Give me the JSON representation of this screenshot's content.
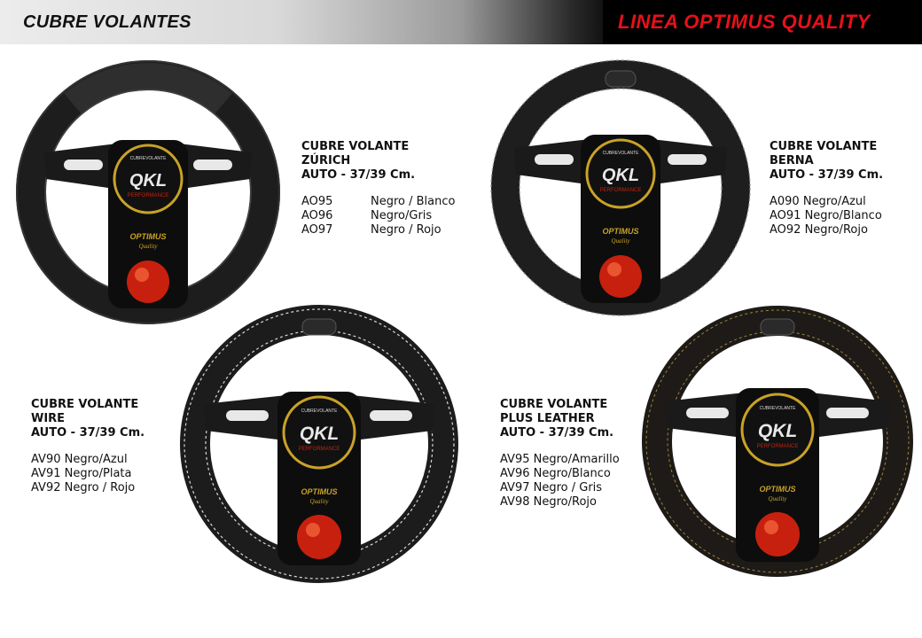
{
  "header": {
    "left_title": "CUBRE VOLANTES",
    "right_title": "LINEA  OPTIMUS QUALITY"
  },
  "label_text": {
    "brand": "QKL",
    "sub": "PERFORMANCE",
    "top": "CUBREVOLANTE",
    "optimus": "OPTIMUS",
    "quality": "Quality"
  },
  "products": [
    {
      "title_lines": [
        "CUBRE VOLANTE",
        "ZÚRICH",
        "AUTO - 37/39 Cm."
      ],
      "variants": [
        {
          "code": "AO95",
          "desc": "Negro / Blanco"
        },
        {
          "code": "AO96",
          "desc": "Negro/Gris"
        },
        {
          "code": "AO97",
          "desc": "Negro / Rojo"
        }
      ]
    },
    {
      "title_lines": [
        "CUBRE VOLANTE",
        "BERNA",
        "AUTO - 37/39 Cm."
      ],
      "variants": [
        {
          "text": "A090 Negro/Azul"
        },
        {
          "text": "AO91 Negro/Blanco"
        },
        {
          "text": "AO92 Negro/Rojo"
        }
      ]
    },
    {
      "title_lines": [
        "CUBRE VOLANTE",
        "WIRE",
        "AUTO - 37/39 Cm."
      ],
      "variants": [
        {
          "text": "AV90 Negro/Azul"
        },
        {
          "text": "AV91 Negro/Plata"
        },
        {
          "text": "AV92 Negro / Rojo"
        }
      ]
    },
    {
      "title_lines": [
        "CUBRE VOLANTE",
        "PLUS LEATHER",
        "AUTO - 37/39 Cm."
      ],
      "variants": [
        {
          "text": "AV95 Negro/Amarillo"
        },
        {
          "text": "AV96  Negro/Blanco"
        },
        {
          "text": "AV97 Negro / Gris"
        },
        {
          "text": "AV98 Negro/Rojo"
        }
      ]
    }
  ],
  "colors": {
    "header_red": "#e8101a",
    "leather": "#1b1b1b",
    "stitch_white": "#d8d8d8",
    "stitch_gray": "#8a8a8a",
    "stitch_yellow": "#b8a24a",
    "label_gold": "#c9a227",
    "label_red": "#c8200e"
  }
}
